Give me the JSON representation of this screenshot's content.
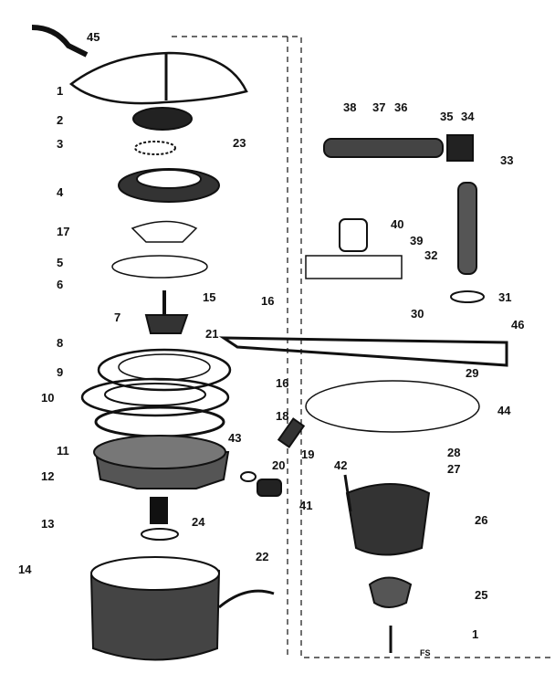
{
  "diagram": {
    "footer_code": "FS",
    "stroke_color": "#111111",
    "background_color": "#ffffff",
    "callouts": [
      "45",
      "1",
      "2",
      "3",
      "4",
      "17",
      "5",
      "6",
      "15",
      "7",
      "8",
      "9",
      "10",
      "11",
      "12",
      "13",
      "14",
      "16",
      "21",
      "23",
      "24",
      "22",
      "43",
      "18",
      "19",
      "20",
      "41",
      "38",
      "37",
      "36",
      "35",
      "34",
      "33",
      "40",
      "39",
      "32",
      "31",
      "46",
      "30",
      "29",
      "44",
      "28",
      "27",
      "42",
      "26",
      "25",
      "1",
      "16"
    ]
  }
}
